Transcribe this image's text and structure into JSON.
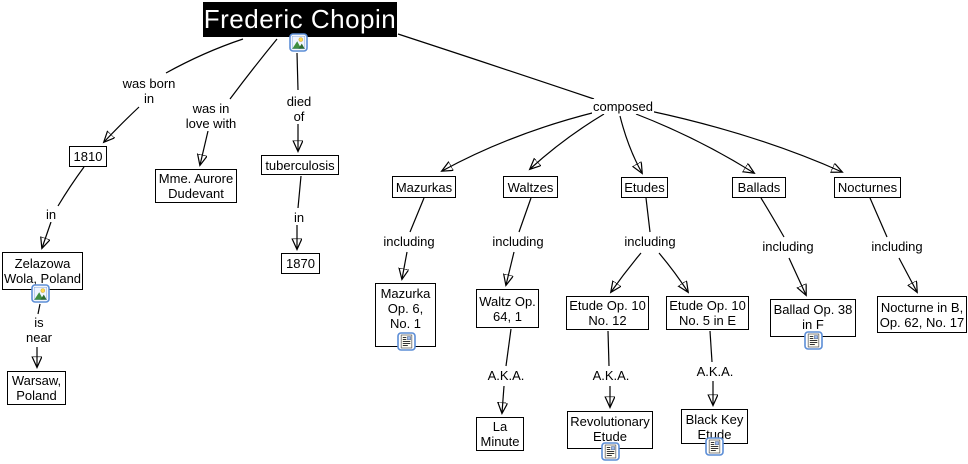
{
  "diagram": {
    "root": "Frederic Chopin",
    "concepts": {
      "birth_year": "1810",
      "lover": "Mme. Aurore\nDudevant",
      "disease": "tuberculosis",
      "birthplace": "Zelazowa\nWola, Poland",
      "death_year": "1870",
      "near_city": "Warsaw,\nPoland",
      "mazurkas": "Mazurkas",
      "waltzes": "Waltzes",
      "etudes": "Etudes",
      "ballads": "Ballads",
      "nocturnes": "Nocturnes",
      "mazurka_op6": "Mazurka\nOp. 6,\nNo. 1",
      "waltz_op64": "Waltz Op.\n64, 1",
      "etude_no12": "Etude Op. 10\nNo. 12",
      "etude_no5": "Etude Op. 10\nNo. 5 in E",
      "ballad_op38": "Ballad Op. 38\nin F",
      "nocturne_op62": "Nocturne in B,\nOp. 62, No. 17",
      "la_minute": "La\nMinute",
      "revolutionary": "Revolutionary\nEtude",
      "black_key": "Black Key\nEtude"
    },
    "links": {
      "was_born_in": "was born\nin",
      "was_in_love_with": "was in\nlove with",
      "died_of": "died\nof",
      "composed": "composed",
      "in_birth": "in",
      "is_near": "is\nnear",
      "in_death": "in",
      "including_mazurkas": "including",
      "including_waltzes": "including",
      "including_etudes": "including",
      "including_ballads": "including",
      "including_nocturnes": "including",
      "aka_waltz": "A.K.A.",
      "aka_etude12": "A.K.A.",
      "aka_etude5": "A.K.A."
    },
    "icons": {
      "picture": "picture-resource-icon",
      "document": "document-resource-icon"
    },
    "colors": {
      "root_bg": "#000000",
      "root_text": "#ffffff",
      "node_border": "#000000",
      "node_bg": "#ffffff",
      "connector": "#000000",
      "resource_icon_border": "#5b8dd6"
    }
  }
}
